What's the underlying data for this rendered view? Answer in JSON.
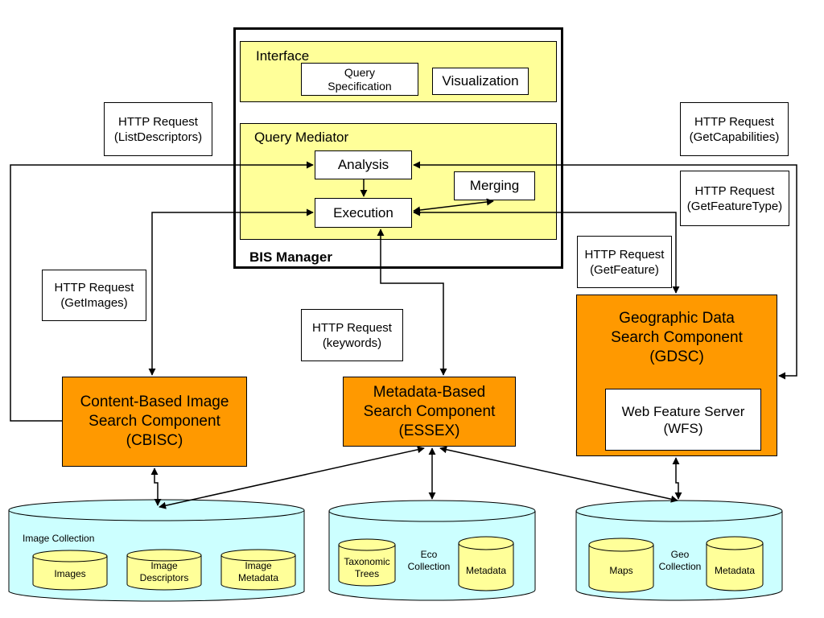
{
  "bis_manager": {
    "title": "BIS Manager",
    "interface": {
      "title": "Interface",
      "query_specification": "Query\nSpecification",
      "visualization": "Visualization"
    },
    "query_mediator": {
      "title": "Query Mediator",
      "analysis": "Analysis",
      "execution": "Execution",
      "merging": "Merging"
    }
  },
  "requests": {
    "list_descriptors": "HTTP Request\n(ListDescriptors)",
    "get_capabilities": "HTTP Request\n(GetCapabilities)",
    "get_feature_type": "HTTP Request\n(GetFeatureType)",
    "get_feature": "HTTP Request\n(GetFeature)",
    "get_images": "HTTP Request\n(GetImages)",
    "keywords": "HTTP Request\n(keywords)"
  },
  "components": {
    "cbisc": "Content-Based Image\nSearch Component\n(CBISC)",
    "essex": "Metadata-Based\nSearch Component\n(ESSEX)",
    "gdsc": "Geographic Data\nSearch Component\n(GDSC)",
    "wfs": "Web Feature Server\n(WFS)"
  },
  "collections": {
    "image": {
      "title": "Image Collection",
      "items": [
        "Images",
        "Image\nDescriptors",
        "Image\nMetadata"
      ]
    },
    "eco": {
      "title": "Eco\nCollection",
      "items": [
        "Taxonomic\nTrees",
        "Metadata"
      ]
    },
    "geo": {
      "title": "Geo\nCollection",
      "items": [
        "Maps",
        "Metadata"
      ]
    }
  },
  "colors": {
    "interface_fill": "#ffff99",
    "component_fill": "#ff9900",
    "database_fill": "#ccffff",
    "store_fill": "#ffff99",
    "line": "#000000"
  }
}
